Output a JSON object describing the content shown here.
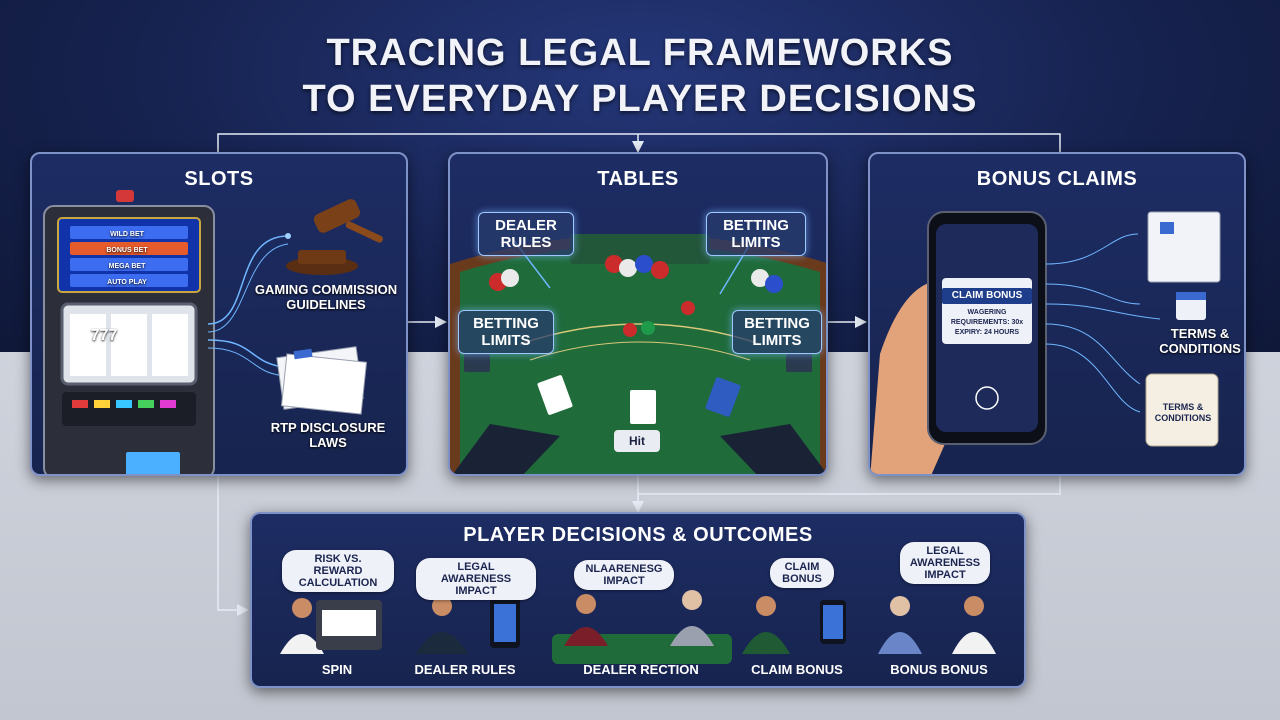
{
  "title": {
    "line1": "TRACING LEGAL FRAMEWORKS",
    "line2": "TO EVERYDAY PLAYER DECISIONS"
  },
  "slots": {
    "title": "SLOTS",
    "machine_screen": [
      "WILD BET",
      "BONUS BET",
      "MEGA BET",
      "AUTO PLAY"
    ],
    "reels": "777",
    "gavel_label": "GAMING COMMISSION GUIDELINES",
    "docs_label": "RTP DISCLOSURE LAWS"
  },
  "tables": {
    "title": "TABLES",
    "dealer_rules": "DEALER RULES",
    "betting_limits_top": "BETTING LIMITS",
    "betting_limits_left": "BETTING LIMITS",
    "betting_limits_right": "BETTING LIMITS",
    "hit_button": "Hit"
  },
  "bonus": {
    "title": "BONUS CLAIMS",
    "claim_button": "CLAIM BONUS",
    "wagering_text": "WAGERING REQUIREMENTS: 30x",
    "expiry_text": "EXPIRY: 24 HOURS",
    "terms_label": "TERMS & CONDITIONS",
    "scroll_label": "TERMS & CONDITIONS"
  },
  "decisions": {
    "title": "PLAYER DECISIONS & OUTCOMES",
    "items": [
      {
        "bubble": "RISK VS. REWARD CALCULATION",
        "caption": "SPIN"
      },
      {
        "bubble": "LEGAL AWARENESS IMPACT",
        "caption": "DEALER RULES"
      },
      {
        "bubble": "NLAARENESG IMPACT",
        "caption": "DEALER RECTION"
      },
      {
        "bubble": "CLAIM BONUS",
        "caption": "CLAIM BONUS"
      },
      {
        "bubble": "LEGAL AWARENESS IMPACT",
        "caption": "BONUS BONUS"
      }
    ]
  },
  "colors": {
    "panel_border": "#7f92c7",
    "felt": "#1f6b3a",
    "glow": "#6fb6ff",
    "arrow": "#e6ebf5"
  }
}
